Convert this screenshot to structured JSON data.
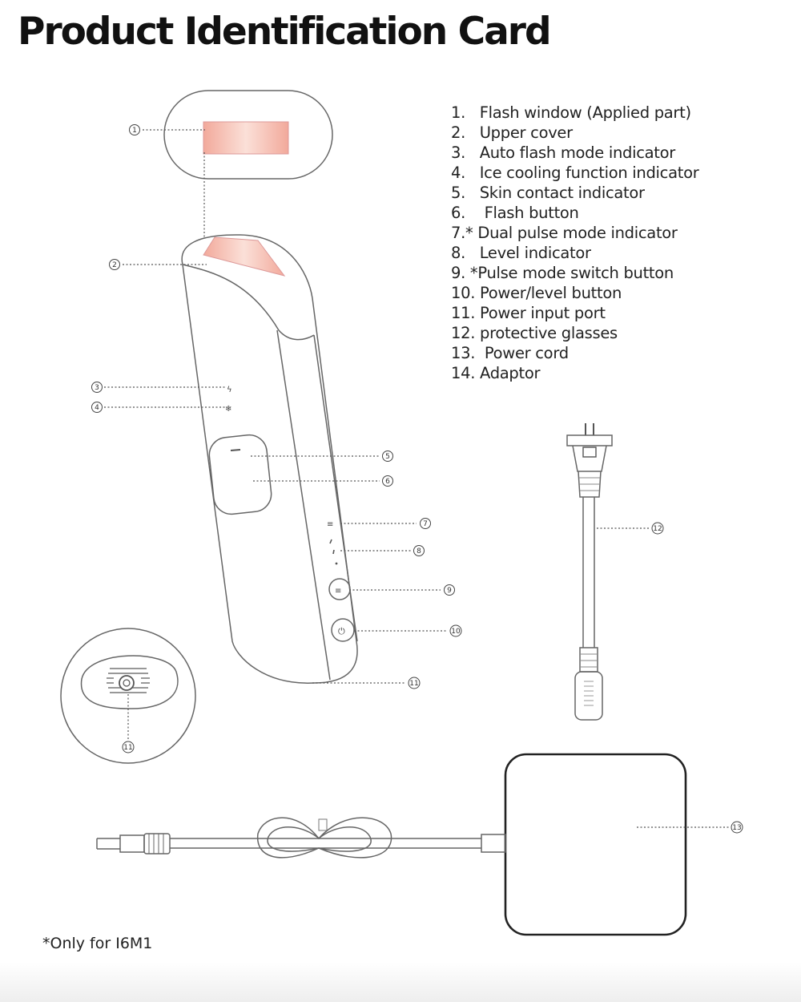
{
  "title": "Product Identification Card",
  "parts": [
    "1.   Flash window (Applied part)",
    "2.   Upper cover",
    "3.   Auto flash mode indicator",
    "4.   Ice cooling function indicator",
    "5.   Skin contact indicator",
    "6.    Flash button",
    "7.* Dual pulse mode indicator",
    "8.   Level indicator",
    "9. *Pulse mode switch button",
    "10. Power/level button",
    "11. Power input port",
    "12. protective glasses",
    "13.  Power cord",
    "14. Adaptor"
  ],
  "footnote": "*Only for I6M1",
  "callouts": [
    "①",
    "②",
    "③",
    "④",
    "⑤",
    "⑥",
    "⑦",
    "⑧",
    "⑨",
    "⑩",
    "⑪",
    "⑪",
    "⑫",
    "⑬"
  ],
  "colors": {
    "flash_window": "#f4b8ad",
    "line": "#666666"
  }
}
